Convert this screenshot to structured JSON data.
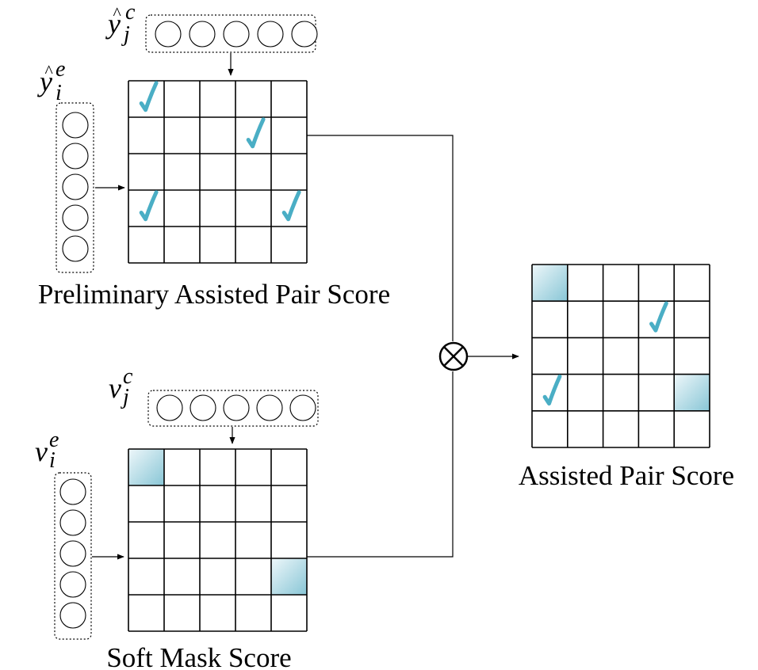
{
  "captions": {
    "preliminary": "Preliminary Assisted Pair Score",
    "soft_mask": "Soft Mask Score",
    "assisted": "Assisted Pair Score"
  },
  "symbols": {
    "y_hat": "y",
    "v": "v",
    "hat_mark": "^",
    "sub_i": "i",
    "sub_j": "j",
    "sup_e": "e",
    "sup_c": "c",
    "otimes": "⊗"
  },
  "colors": {
    "check": "#4aaec5",
    "cell_light": "#eef7fa",
    "cell_dark": "#88c6d6"
  },
  "icons": {
    "check": "check-icon",
    "operator": "otimes-icon"
  },
  "grids": [
    {
      "name": "preliminary-score-grid",
      "rows": 5,
      "cols": 5,
      "checks": [
        [
          0,
          0
        ],
        [
          1,
          3
        ],
        [
          3,
          0
        ],
        [
          3,
          4
        ]
      ],
      "shaded": []
    },
    {
      "name": "soft-mask-grid",
      "rows": 5,
      "cols": 5,
      "checks": [],
      "shaded": [
        [
          0,
          0
        ],
        [
          3,
          4
        ]
      ]
    },
    {
      "name": "assisted-score-grid",
      "rows": 5,
      "cols": 5,
      "checks": [
        [
          1,
          3
        ],
        [
          3,
          0
        ]
      ],
      "shaded": [
        [
          0,
          0
        ],
        [
          3,
          4
        ]
      ]
    }
  ]
}
